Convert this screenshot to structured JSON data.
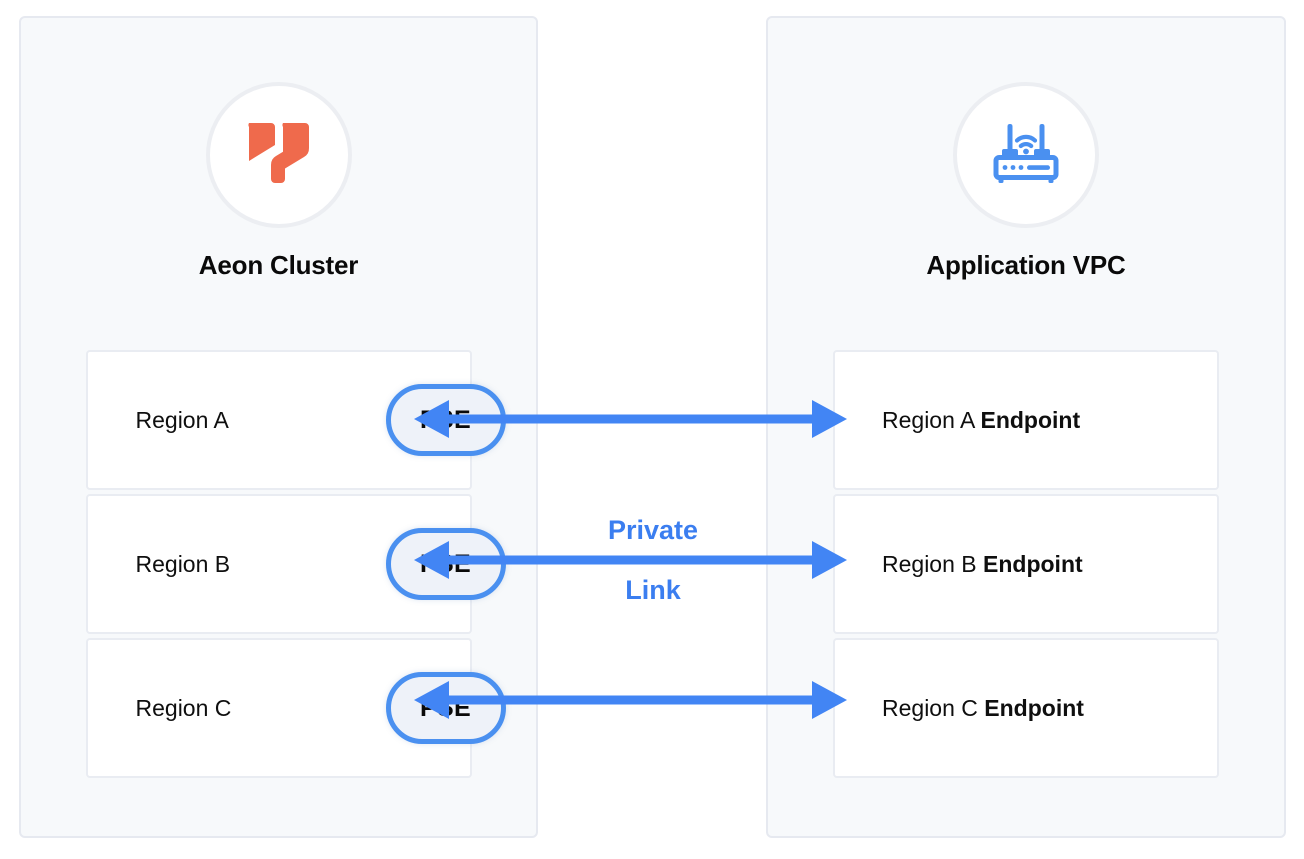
{
  "diagram": {
    "title": "Aeon Cluster to Application VPC Private Link",
    "accent_blue": "#4285f4",
    "accent_orange": "#ef6a4c",
    "panel_bg": "#f7f9fb",
    "panel_border": "#e6e9f0"
  },
  "left_panel": {
    "title": "Aeon Cluster",
    "icon": "aeon-logo-icon",
    "rows": [
      {
        "label": "Region A",
        "badge": "PSE"
      },
      {
        "label": "Region B",
        "badge": "PSE"
      },
      {
        "label": "Region C",
        "badge": "PSE"
      }
    ]
  },
  "right_panel": {
    "title": "Application VPC",
    "icon": "router-wifi-icon",
    "rows": [
      {
        "label": "Region A",
        "emphasis": "Endpoint"
      },
      {
        "label": "Region B",
        "emphasis": "Endpoint"
      },
      {
        "label": "Region C",
        "emphasis": "Endpoint"
      }
    ]
  },
  "connections": {
    "label_line1": "Private",
    "label_line2": "Link",
    "arrow_style": "double-headed",
    "arrow_color": "#4285f4",
    "count": 3
  }
}
